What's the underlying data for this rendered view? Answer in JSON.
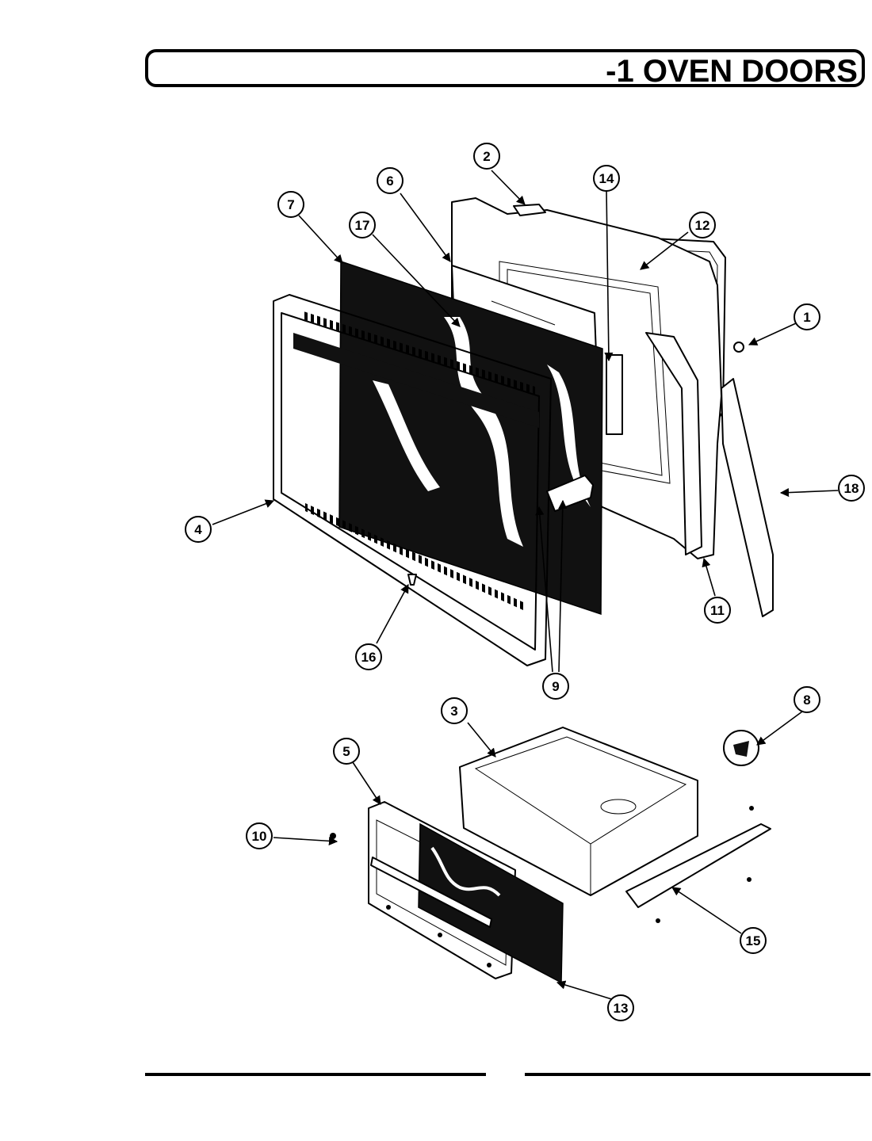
{
  "header": {
    "title": "-1 OVEN DOORS"
  },
  "callouts": [
    "1",
    "2",
    "3",
    "4",
    "5",
    "6",
    "7",
    "8",
    "9",
    "10",
    "11",
    "12",
    "13",
    "14",
    "15",
    "16",
    "17",
    "18"
  ],
  "colors": {
    "ink": "#000000",
    "paper": "#ffffff"
  }
}
